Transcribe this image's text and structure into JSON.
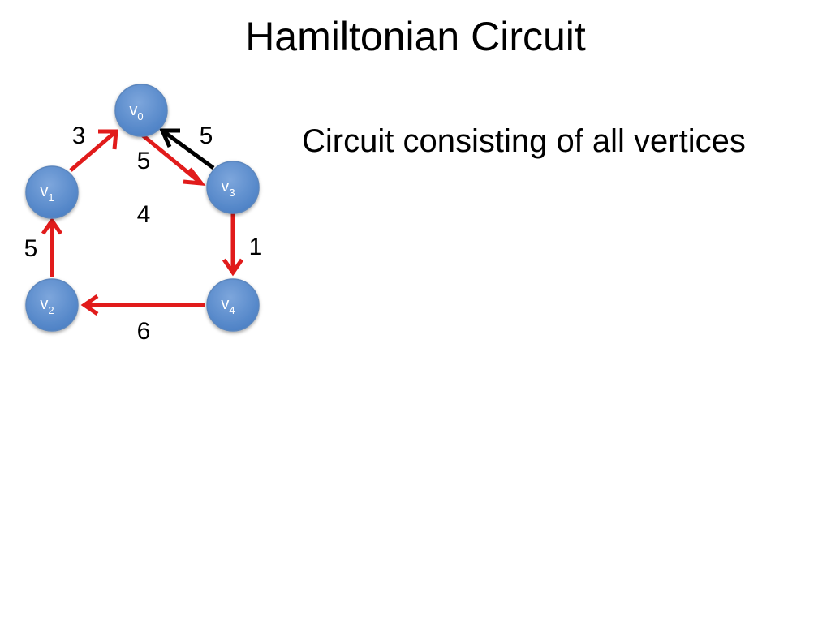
{
  "slide": {
    "title": "Hamiltonian Circuit",
    "bullet": "Circuit consisting of all vertices"
  },
  "graph": {
    "vertices": [
      {
        "id": "v0",
        "base": "v",
        "sub": "0"
      },
      {
        "id": "v1",
        "base": "v",
        "sub": "1"
      },
      {
        "id": "v2",
        "base": "v",
        "sub": "2"
      },
      {
        "id": "v3",
        "base": "v",
        "sub": "3"
      },
      {
        "id": "v4",
        "base": "v",
        "sub": "4"
      }
    ],
    "edges": [
      {
        "id": "e-v1-v0",
        "from": "v1",
        "to": "v0",
        "weight": "3",
        "in_circuit": true
      },
      {
        "id": "e-v0-v3",
        "from": "v0",
        "to": "v3",
        "weight": "5",
        "in_circuit": true
      },
      {
        "id": "e-v3-v0",
        "from": "v3",
        "to": "v0",
        "weight": "5",
        "in_circuit": false
      },
      {
        "id": "e-v3-v4",
        "from": "v3",
        "to": "v4",
        "weight": "1",
        "in_circuit": true
      },
      {
        "id": "e-v4-v2",
        "from": "v4",
        "to": "v2",
        "weight": "6",
        "in_circuit": true
      },
      {
        "id": "e-v2-v1",
        "from": "v2",
        "to": "v1",
        "weight": "5",
        "in_circuit": true
      },
      {
        "id": "e-unlabeled",
        "weight": "4"
      }
    ],
    "colors": {
      "vertex_fill": "#4f81bd",
      "vertex_stroke": "#385d8a",
      "circuit_edge": "#e11b1b",
      "other_edge": "#000000"
    }
  }
}
